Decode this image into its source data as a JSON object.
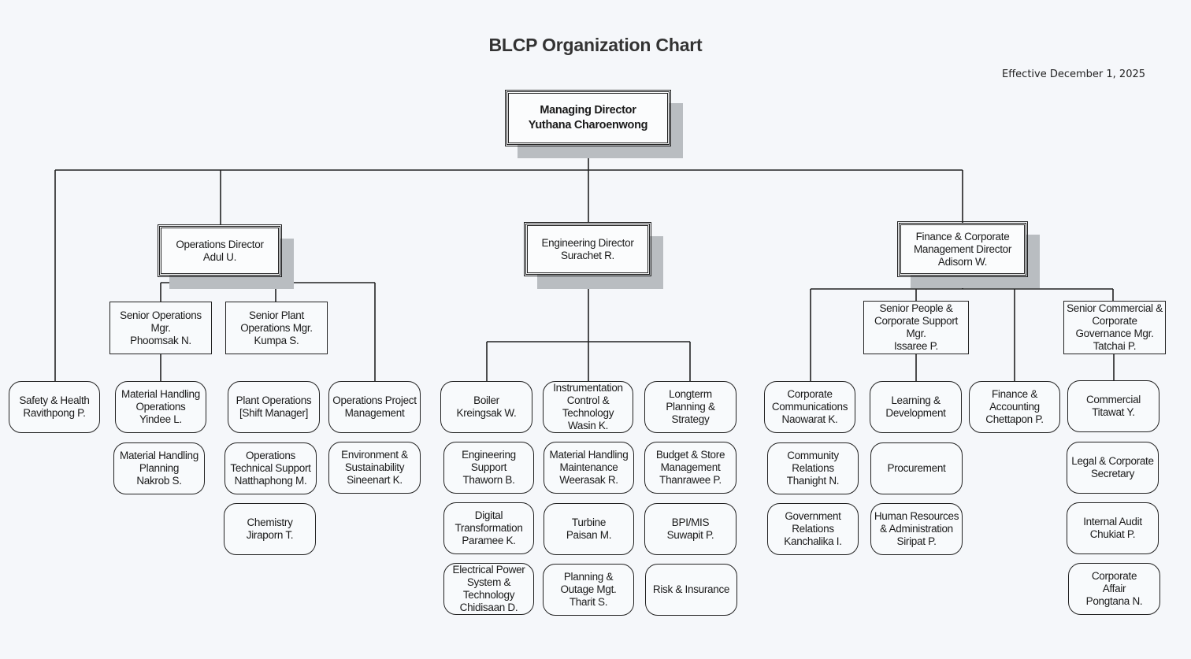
{
  "title": "BLCP Organization Chart",
  "effective_date": "Effective December 1, 2025",
  "managing_director": {
    "lines": [
      "Managing Director",
      "Yuthana  Charoenwong"
    ]
  },
  "safety": {
    "lines": [
      "Safety & Health",
      "Ravithpong P."
    ]
  },
  "operations": {
    "director": {
      "lines": [
        "Operations Director",
        "Adul U."
      ]
    },
    "senior_ops_mgr": {
      "lines": [
        "Senior Operations",
        "Mgr.",
        "Phoomsak N."
      ]
    },
    "senior_plant_mgr": {
      "lines": [
        "Senior Plant",
        "Operations Mgr.",
        "Kumpa S."
      ]
    },
    "units": {
      "mh_operations": {
        "lines": [
          "Material Handling",
          "Operations",
          "Yindee L."
        ]
      },
      "mh_planning": {
        "lines": [
          "Material Handling",
          "Planning",
          "Nakrob S."
        ]
      },
      "plant_operations": {
        "lines": [
          "Plant Operations",
          "[Shift Manager]"
        ]
      },
      "ops_tech_support": {
        "lines": [
          "Operations",
          "Technical Support",
          "Natthaphong M."
        ]
      },
      "chemistry": {
        "lines": [
          "Chemistry",
          "Jiraporn T."
        ]
      },
      "ops_project_mgmt": {
        "lines": [
          "Operations Project",
          "Management"
        ]
      },
      "environment": {
        "lines": [
          "Environment &",
          "Sustainability",
          "Sineenart K."
        ]
      }
    }
  },
  "engineering": {
    "director": {
      "lines": [
        "Engineering Director",
        "Surachet R."
      ]
    },
    "units": {
      "boiler": {
        "lines": [
          "Boiler",
          "Kreingsak W."
        ]
      },
      "eng_support": {
        "lines": [
          "Engineering",
          "Support",
          "Thaworn B."
        ]
      },
      "digital": {
        "lines": [
          "Digital",
          "Transformation",
          "Paramee K."
        ]
      },
      "electrical": {
        "lines": [
          "Electrical Power",
          "System &",
          "Technology",
          "Chidisaan D."
        ]
      },
      "instrumentation": {
        "lines": [
          "Instrumentation",
          "Control &",
          "Technology",
          "Wasin K."
        ]
      },
      "mh_maintenance": {
        "lines": [
          "Material Handling",
          "Maintenance",
          "Weerasak R."
        ]
      },
      "turbine": {
        "lines": [
          "Turbine",
          "Paisan M."
        ]
      },
      "planning_outage": {
        "lines": [
          "Planning &",
          "Outage Mgt.",
          "Tharit S."
        ]
      },
      "longterm": {
        "lines": [
          "Longterm",
          "Planning &",
          "Strategy"
        ]
      },
      "budget_store": {
        "lines": [
          "Budget & Store",
          "Management",
          "Thanrawee P."
        ]
      },
      "bpi_mis": {
        "lines": [
          "BPI/MIS",
          "Suwapit P."
        ]
      },
      "risk": {
        "lines": [
          "Risk & Insurance"
        ]
      }
    }
  },
  "finance": {
    "director": {
      "lines": [
        "Finance & Corporate",
        "Management Director",
        "Adisorn  W."
      ]
    },
    "senior_people_mgr": {
      "lines": [
        "Senior People &",
        "Corporate Support",
        "Mgr.",
        "Issaree P."
      ]
    },
    "senior_commercial_mgr": {
      "lines": [
        "Senior Commercial &",
        "Corporate",
        "Governance Mgr.",
        "Tatchai  P."
      ]
    },
    "units": {
      "corp_comm": {
        "lines": [
          "Corporate",
          "Communications",
          "Naowarat K."
        ]
      },
      "community": {
        "lines": [
          "Community",
          "Relations",
          "Thanight N."
        ]
      },
      "government": {
        "lines": [
          "Government",
          "Relations",
          "Kanchalika I."
        ]
      },
      "learning": {
        "lines": [
          "Learning &",
          "Development"
        ]
      },
      "procurement": {
        "lines": [
          "Procurement"
        ]
      },
      "hr_admin": {
        "lines": [
          "Human Resources",
          "& Administration",
          "Siripat P."
        ]
      },
      "finance_accounting": {
        "lines": [
          "Finance &",
          "Accounting",
          "Chettapon P."
        ]
      },
      "commercial": {
        "lines": [
          "Commercial",
          "Titawat Y."
        ]
      },
      "legal": {
        "lines": [
          "Legal & Corporate",
          "Secretary"
        ]
      },
      "internal_audit": {
        "lines": [
          "Internal Audit",
          "Chukiat P."
        ]
      },
      "corp_affair": {
        "lines": [
          "Corporate",
          "Affair",
          "Pongtana N."
        ]
      }
    }
  }
}
